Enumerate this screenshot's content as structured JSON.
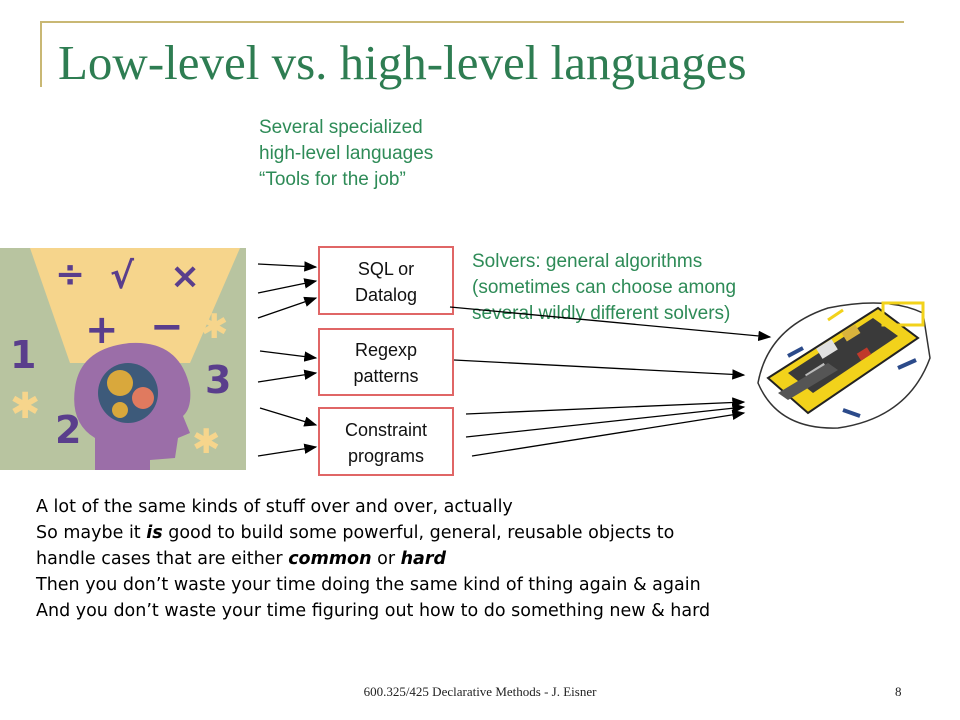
{
  "slide": {
    "title": "Low-level vs. high-level languages",
    "note_top": [
      "Several specialized",
      "high-level languages",
      "“Tools for the job”"
    ],
    "note_solvers": [
      "Solvers: general algorithms",
      "(sometimes can choose among",
      "several wildly different solvers)"
    ],
    "boxes": [
      {
        "line1": "SQL or",
        "line2": "Datalog"
      },
      {
        "line1": "Regexp",
        "line2": "patterns"
      },
      {
        "line1": "Constraint",
        "line2": "programs"
      }
    ],
    "body": {
      "line1": "A lot of the same kinds of stuff over and over, actually",
      "line2_a": "So maybe it ",
      "line2_em": "is",
      "line2_b": " good to build some powerful, general, reusable objects to",
      "line3_a": "handle cases that are either ",
      "line3_em1": "common",
      "line3_b": " or ",
      "line3_em2": "hard",
      "line4": "Then you don’t waste your time doing the same kind of thing again & again",
      "line5": "And you don’t waste your time figuring out how to do something new & hard"
    },
    "footer": "600.325/425 Declarative Methods - J. Eisner",
    "page_number": "8",
    "colors": {
      "title": "#2e7d52",
      "notes": "#2e8b57",
      "box_border": "#e06666",
      "frame": "#c9b874"
    }
  }
}
